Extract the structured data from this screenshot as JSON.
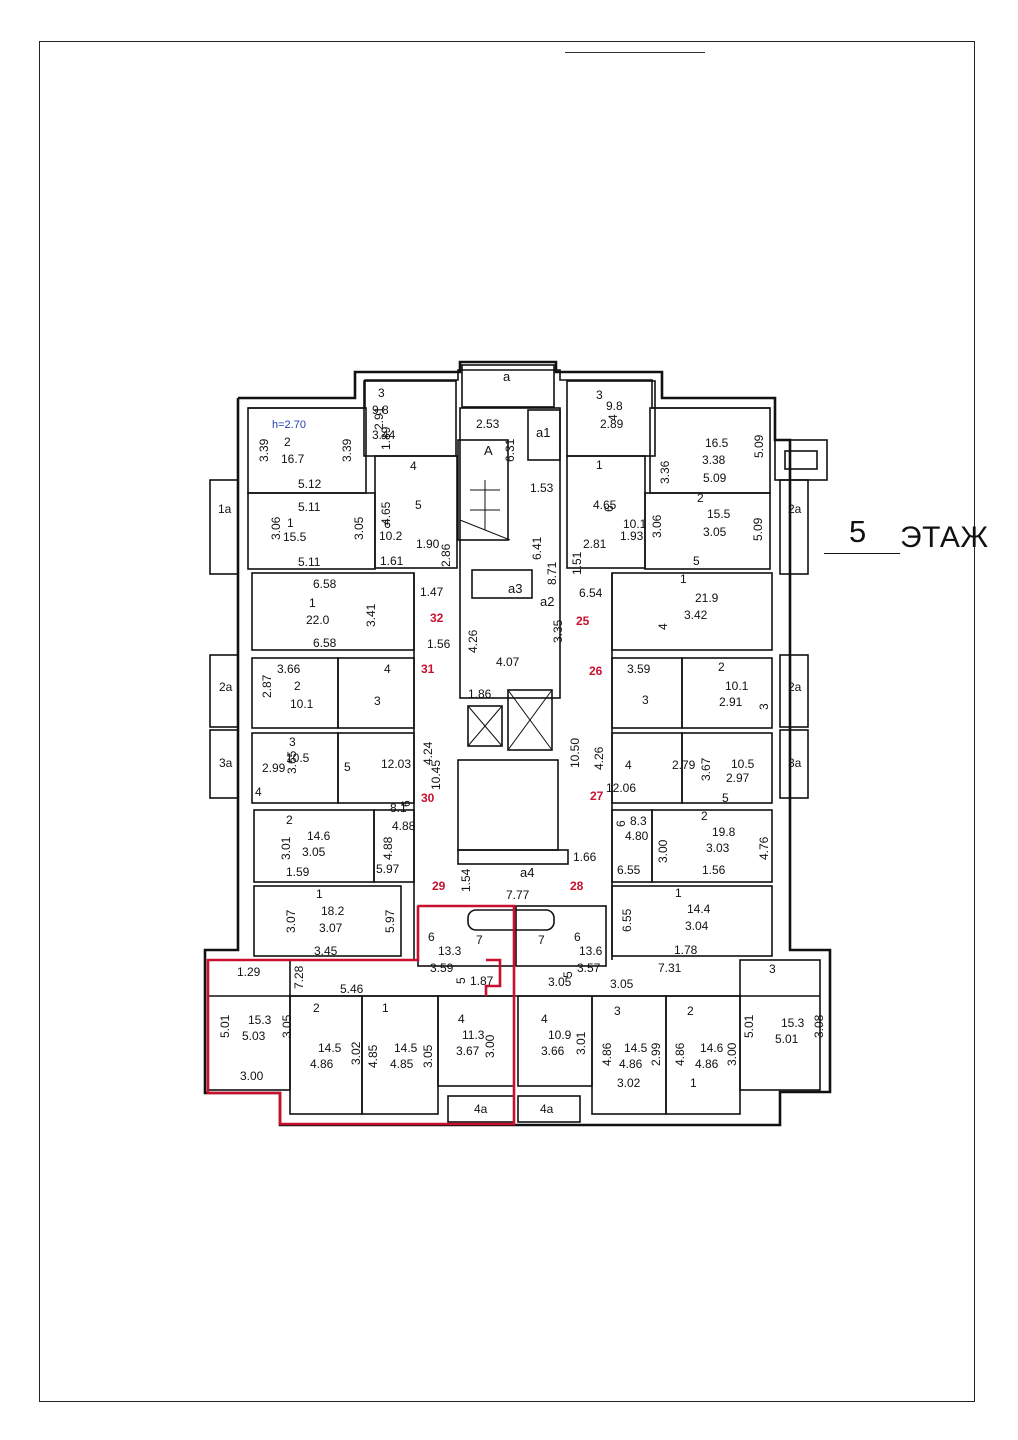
{
  "header": {
    "floor_number": "5",
    "floor_word": "ЭТАЖ"
  },
  "ceiling_height": "h=2.70",
  "colors": {
    "outline": "#111111",
    "highlight": "#c8102e",
    "height_note": "#1f3fb3"
  },
  "core": {
    "a": "а",
    "A": "А",
    "a1": "а1",
    "a2": "а2",
    "a3": "а3",
    "a4": "а4",
    "dims": [
      "2.53",
      "6.31",
      "1.53",
      "6.41",
      "8.71",
      "4.26",
      "3.35",
      "4.07",
      "1.86",
      "10.45",
      "10.50",
      "1.54",
      "7.77"
    ]
  },
  "balconies": [
    "1а",
    "2а",
    "2а",
    "3а",
    "2а",
    "3а",
    "4а",
    "4а"
  ],
  "apartment_numbers": [
    "32",
    "31",
    "30",
    "29",
    "25",
    "26",
    "27",
    "28"
  ],
  "room_texts": [
    "3",
    "9.8",
    "2.91",
    "3.44",
    "1.89",
    "2",
    "16.7",
    "3.39",
    "3.39",
    "5.12",
    "5.11",
    "1",
    "15.5",
    "3.06",
    "3.05",
    "5.11",
    "4",
    "5",
    "4.65",
    "6",
    "10.2",
    "1.90",
    "1.61",
    "2.86",
    "1.47",
    "6.58",
    "1",
    "22.0",
    "3.41",
    "6.58",
    "1.56",
    "3.66",
    "2",
    "10.1",
    "2.87",
    "4",
    "3",
    "3",
    "10.5",
    "2.99",
    "3.65",
    "4",
    "5",
    "12.03",
    "4.24",
    "6",
    "8.1",
    "4.88",
    "2",
    "14.6",
    "3.05",
    "3.01",
    "4.88",
    "1.59",
    "5.97",
    "1",
    "18.2",
    "3.07",
    "3.07",
    "5.97",
    "3.45",
    "3",
    "9.8",
    "2.89",
    "4",
    "1",
    "16.5",
    "3.38",
    "3.36",
    "5.09",
    "5.09",
    "2",
    "15.5",
    "3.05",
    "3.06",
    "5.09",
    "5",
    "4.65",
    "6",
    "10.1",
    "1.93",
    "2.81",
    "1.51",
    "6.54",
    "1",
    "21.9",
    "3.42",
    "4",
    "3.59",
    "2",
    "10.1",
    "2.91",
    "3",
    "3",
    "10.5",
    "2.97",
    "3.67",
    "5",
    "4",
    "2.79",
    "12.06",
    "4.26",
    "6",
    "8.3",
    "4.80",
    "2",
    "19.8",
    "3.03",
    "3.00",
    "4.76",
    "1.56",
    "1.66",
    "6.55",
    "1",
    "14.4",
    "3.04",
    "6.55",
    "1.78",
    "6",
    "7",
    "13.3",
    "3.59",
    "5",
    "1.87",
    "6",
    "7",
    "13.6",
    "3.57",
    "5",
    "3.05",
    "1.29",
    "7.28",
    "5.46",
    "7.31",
    "3.05",
    "3",
    "15.3",
    "5.03",
    "5.01",
    "3.05",
    "3.00",
    "2",
    "14.5",
    "4.86",
    "3.02",
    "1",
    "14.5",
    "4.85",
    "4.85",
    "3.05",
    "4",
    "11.3",
    "3.67",
    "3.00",
    "4",
    "10.9",
    "3.66",
    "3.01",
    "3",
    "14.5",
    "4.86",
    "4.86",
    "2.99",
    "3.02",
    "2",
    "14.6",
    "4.86",
    "4.86",
    "3.00",
    "1",
    "15.3",
    "5.01",
    "5.01",
    "3.08"
  ]
}
